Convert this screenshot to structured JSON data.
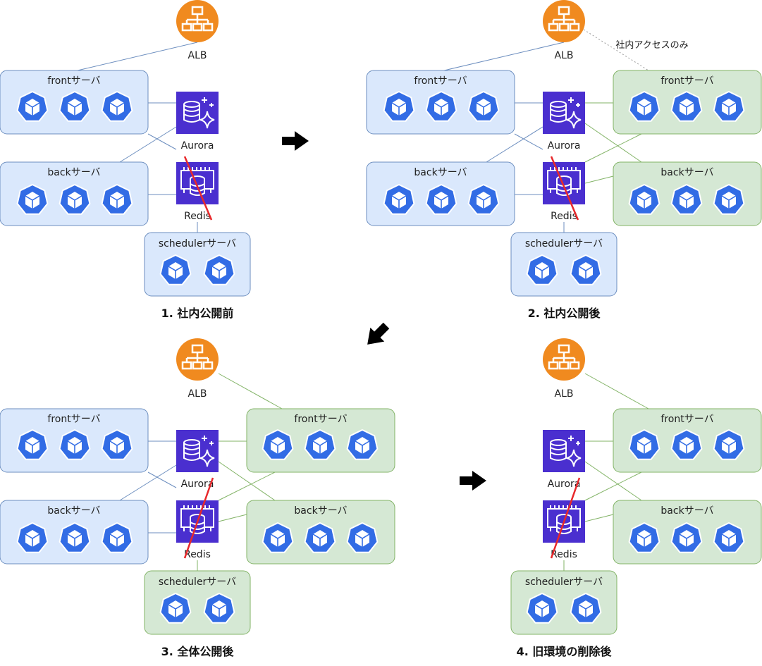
{
  "labels": {
    "alb": "ALB",
    "front": "frontサーバ",
    "back": "backサーバ",
    "scheduler": "schedulerサーバ",
    "aurora": "Aurora",
    "redis": "Redis"
  },
  "note": "社内アクセスのみ",
  "panels": [
    {
      "title": "1. 社内公開前"
    },
    {
      "title": "2. 社内公開後"
    },
    {
      "title": "3. 全体公開後"
    },
    {
      "title": "4. 旧環境の削除後"
    }
  ],
  "colors": {
    "blue_fill": "#dae8fc",
    "blue_stroke": "#6c8ebf",
    "green_fill": "#d5e8d4",
    "green_stroke": "#82b366",
    "alb_orange": "#ed7d31",
    "aws_purple": "#4d27c9",
    "k8s_blue": "#326ce5",
    "red": "#e8282b"
  }
}
